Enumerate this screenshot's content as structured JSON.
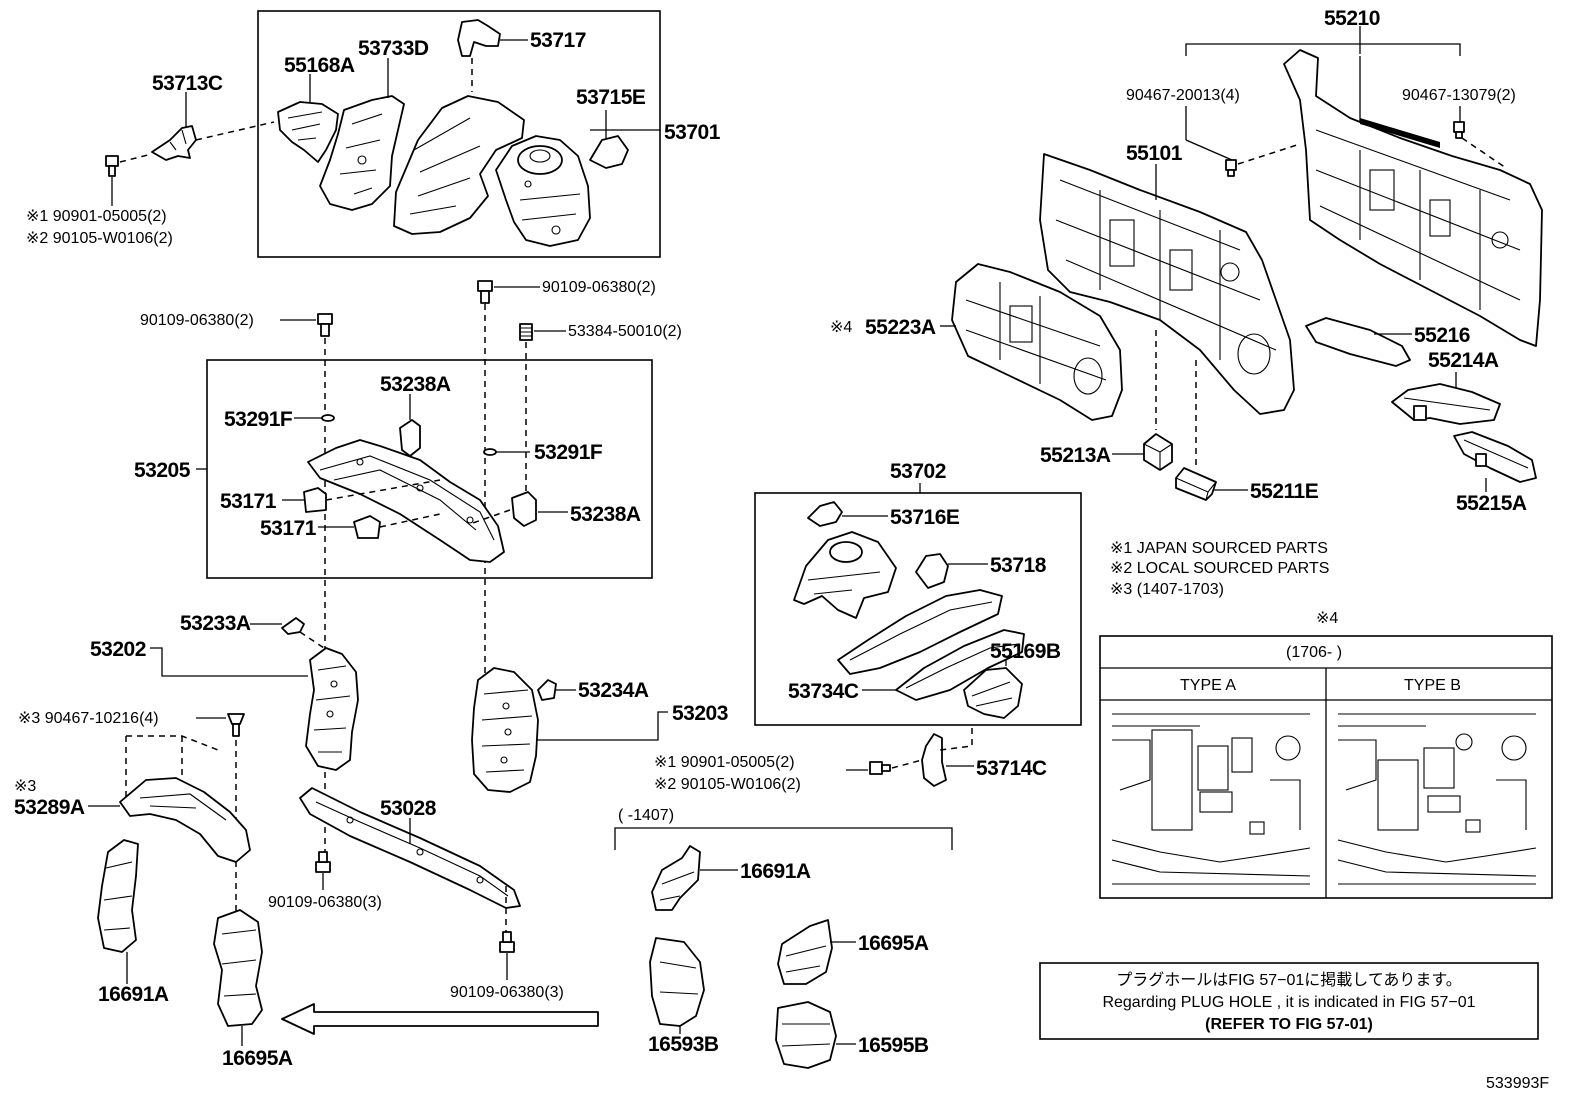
{
  "labels": {
    "l53713C": "53713C",
    "l55168A": "55168A",
    "l53733D": "53733D",
    "l53717": "53717",
    "l53715E": "53715E",
    "l53701": "53701",
    "fastener_top_1": "※1 90901-05005(2)",
    "fastener_top_2": "※2 90105-W0106(2)",
    "bolt_a": "90109-06380(2)",
    "bolt_b": "90109-06380(2)",
    "clip_53384": "53384-50010(2)",
    "l53238A_1": "53238A",
    "l53291F_1": "53291F",
    "l53205": "53205",
    "l53291F_2": "53291F",
    "l53171_1": "53171",
    "l53171_2": "53171",
    "l53238A_2": "53238A",
    "l53233A": "53233A",
    "l53202": "53202",
    "l53234A": "53234A",
    "l53203": "53203",
    "screw_90467": "※3 90467-10216(4)",
    "note3_mark": "※3",
    "l53289A": "53289A",
    "l53028": "53028",
    "bolt_c": "90109-06380(3)",
    "bolt_d": "90109-06380(3)",
    "l16691A_left": "16691A",
    "l16695A_left": "16695A",
    "range_1407": "(     -1407)",
    "l16691A_mid": "16691A",
    "l16593B": "16593B",
    "l16695A_mid": "16695A",
    "l16595B": "16595B",
    "l55210": "55210",
    "clip_20013": "90467-20013(4)",
    "clip_13079": "90467-13079(2)",
    "l55101": "55101",
    "l55223A": "55223A",
    "note4_mark_a": "※4",
    "l55216": "55216",
    "l55214A": "55214A",
    "l55213A": "55213A",
    "l55211E": "55211E",
    "l55215A": "55215A",
    "l53702": "53702",
    "l53716E": "53716E",
    "l53718": "53718",
    "l55169B": "55169B",
    "l53734C": "53734C",
    "fastener_mid_1": "※1 90901-05005(2)",
    "fastener_mid_2": "※2 90105-W0106(2)",
    "l53714C": "53714C"
  },
  "notes": {
    "n1": "※1  JAPAN SOURCED PARTS",
    "n2": "※2  LOCAL SOURCED PARTS",
    "n3": "※3 (1407-1703)"
  },
  "type_table": {
    "mark": "※4",
    "range": "(1706-     )",
    "col_a": "TYPE A",
    "col_b": "TYPE B"
  },
  "plug_note": {
    "jp": "プラグホールはFIG 57−01に掲載してあります。",
    "en": "Regarding  PLUG  HOLE , it is indicated in FIG  57−01",
    "ref": "(REFER TO FIG 57-01)"
  },
  "figure_id": "533993F"
}
